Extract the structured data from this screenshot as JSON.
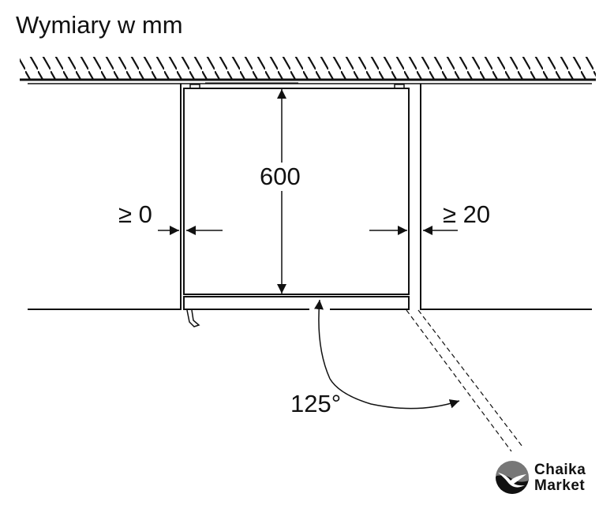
{
  "title": "Wymiary w mm",
  "dimensions": {
    "depth": "600",
    "left_gap": "≥ 0",
    "right_gap": "≥ 20",
    "door_angle": "125°"
  },
  "logo": {
    "line1": "Chaika",
    "line2": "Market"
  }
}
